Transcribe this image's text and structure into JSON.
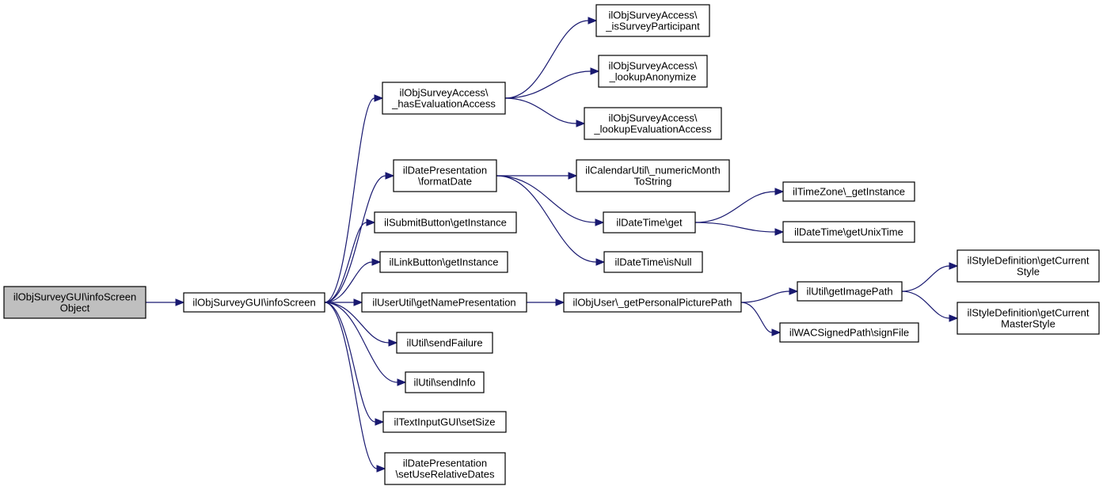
{
  "colors": {
    "edge": "#191970",
    "root_fill": "#bfbfbf",
    "node_fill": "#ffffff",
    "node_border": "#000000"
  },
  "nodes": {
    "root": [
      "ilObjSurveyGUI\\infoScreen",
      "Object"
    ],
    "infoScreen": [
      "ilObjSurveyGUI\\infoScreen"
    ],
    "hasEvaluationAccess": [
      "ilObjSurveyAccess\\",
      "_hasEvaluationAccess"
    ],
    "isSurveyParticipant": [
      "ilObjSurveyAccess\\",
      "_isSurveyParticipant"
    ],
    "lookupAnonymize": [
      "ilObjSurveyAccess\\",
      "_lookupAnonymize"
    ],
    "lookupEvaluationAccess": [
      "ilObjSurveyAccess\\",
      "_lookupEvaluationAccess"
    ],
    "formatDate": [
      "ilDatePresentation",
      "\\formatDate"
    ],
    "numericMonthToString": [
      "ilCalendarUtil\\_numericMonth",
      "ToString"
    ],
    "dateTimeGet": [
      "ilDateTime\\get"
    ],
    "timeZoneGetInstance": [
      "ilTimeZone\\_getInstance"
    ],
    "getUnixTime": [
      "ilDateTime\\getUnixTime"
    ],
    "isNull": [
      "ilDateTime\\isNull"
    ],
    "submitButton": [
      "ilSubmitButton\\getInstance"
    ],
    "linkButton": [
      "ilLinkButton\\getInstance"
    ],
    "getNamePresentation": [
      "ilUserUtil\\getNamePresentation"
    ],
    "getPersonalPicturePath": [
      "ilObjUser\\_getPersonalPicturePath"
    ],
    "getImagePath": [
      "ilUtil\\getImagePath"
    ],
    "getCurrentStyle": [
      "ilStyleDefinition\\getCurrent",
      "Style"
    ],
    "getCurrentMasterStyle": [
      "ilStyleDefinition\\getCurrent",
      "MasterStyle"
    ],
    "signFile": [
      "ilWACSignedPath\\signFile"
    ],
    "sendFailure": [
      "ilUtil\\sendFailure"
    ],
    "sendInfo": [
      "ilUtil\\sendInfo"
    ],
    "setSize": [
      "ilTextInputGUI\\setSize"
    ],
    "setUseRelativeDates": [
      "ilDatePresentation",
      "\\setUseRelativeDates"
    ]
  },
  "edges": [
    [
      "root",
      "infoScreen"
    ],
    [
      "infoScreen",
      "hasEvaluationAccess"
    ],
    [
      "infoScreen",
      "formatDate"
    ],
    [
      "infoScreen",
      "submitButton"
    ],
    [
      "infoScreen",
      "linkButton"
    ],
    [
      "infoScreen",
      "getNamePresentation"
    ],
    [
      "infoScreen",
      "sendFailure"
    ],
    [
      "infoScreen",
      "sendInfo"
    ],
    [
      "infoScreen",
      "setSize"
    ],
    [
      "infoScreen",
      "setUseRelativeDates"
    ],
    [
      "hasEvaluationAccess",
      "isSurveyParticipant"
    ],
    [
      "hasEvaluationAccess",
      "lookupAnonymize"
    ],
    [
      "hasEvaluationAccess",
      "lookupEvaluationAccess"
    ],
    [
      "formatDate",
      "numericMonthToString"
    ],
    [
      "formatDate",
      "dateTimeGet"
    ],
    [
      "formatDate",
      "isNull"
    ],
    [
      "dateTimeGet",
      "timeZoneGetInstance"
    ],
    [
      "dateTimeGet",
      "getUnixTime"
    ],
    [
      "getNamePresentation",
      "getPersonalPicturePath"
    ],
    [
      "getPersonalPicturePath",
      "getImagePath"
    ],
    [
      "getPersonalPicturePath",
      "signFile"
    ],
    [
      "getImagePath",
      "getCurrentStyle"
    ],
    [
      "getImagePath",
      "getCurrentMasterStyle"
    ]
  ]
}
